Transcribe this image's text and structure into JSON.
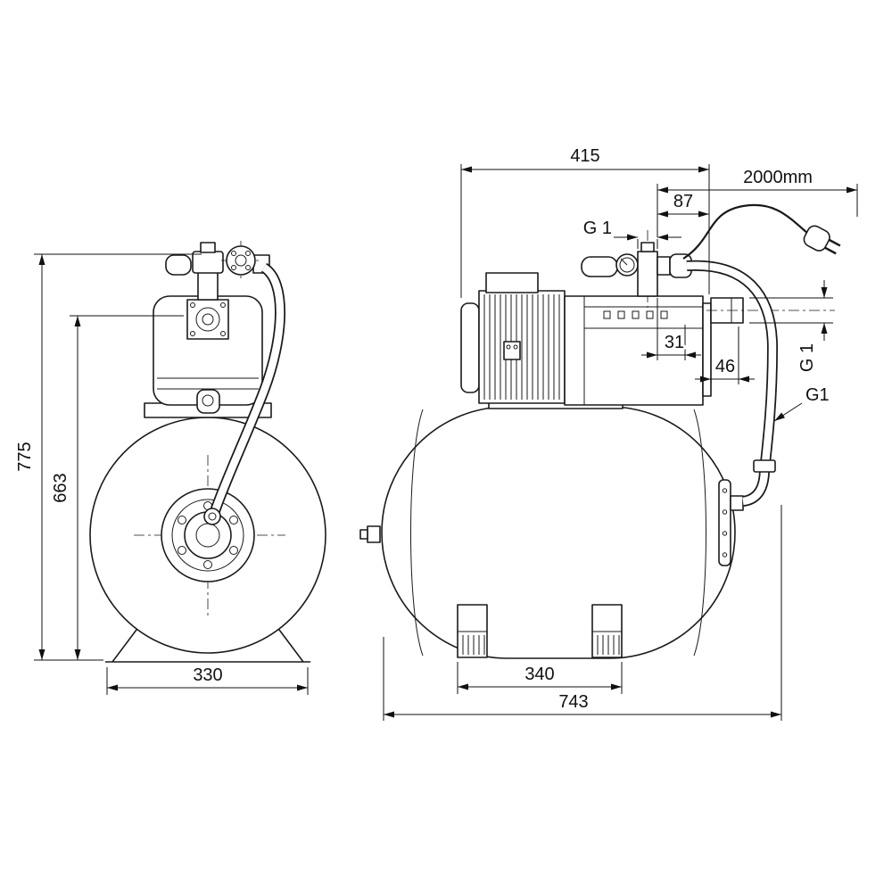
{
  "drawing": {
    "type": "pump-dimensional-drawing",
    "line_color": "#1a1a1a",
    "background": "#ffffff",
    "dims": {
      "front_height": "775",
      "front_inlet_height": "663",
      "front_base_width": "330",
      "side_pump_length": "415",
      "cable_length": "2000mm",
      "cable_offset": "87",
      "top_port": "G 1",
      "offset_31": "31",
      "offset_46": "46",
      "side_port": "G 1",
      "elbow_port": "G1",
      "feet_spacing": "340",
      "side_overall_length": "743"
    }
  }
}
